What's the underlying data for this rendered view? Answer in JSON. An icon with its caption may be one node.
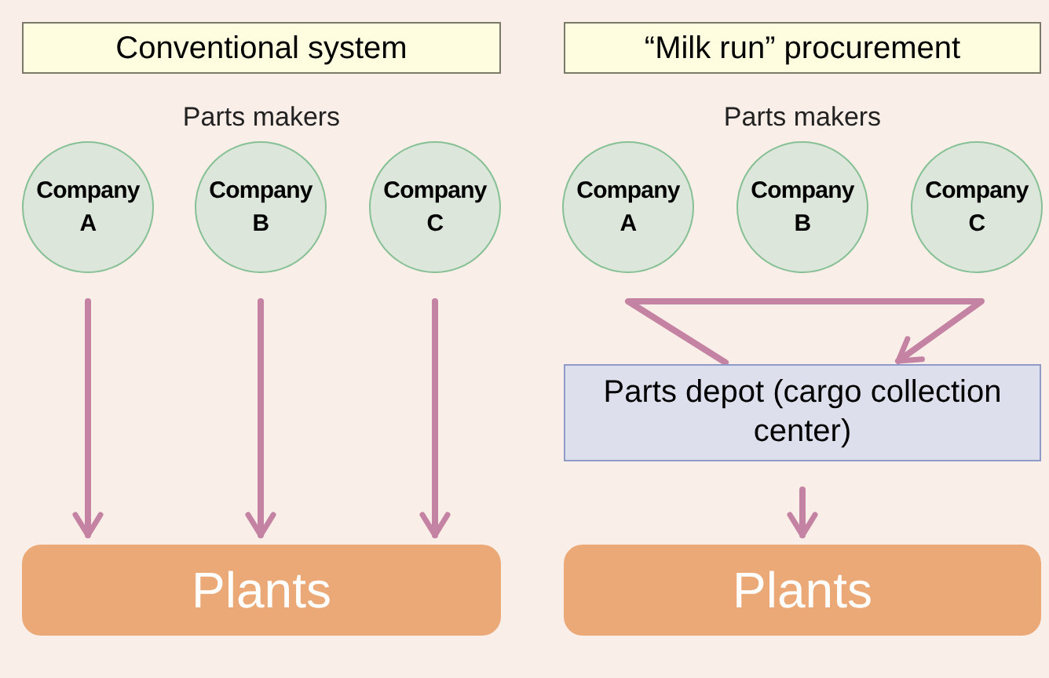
{
  "diagram": {
    "nodes": [
      {
        "text": [
          "Conventional system"
        ]
      },
      {
        "text": [
          "“Milk run” procurement"
        ]
      },
      {
        "text": [
          "Company A"
        ]
      },
      {
        "text": [
          "Company B"
        ]
      },
      {
        "text": [
          "Company C"
        ]
      },
      {
        "text": [
          "Plants"
        ]
      },
      {
        "text": [
          "Company A"
        ]
      },
      {
        "text": [
          "Company B"
        ]
      },
      {
        "text": [
          "Company C"
        ]
      },
      {
        "text": [
          "Parts depot (cargo collection center)"
        ]
      },
      {
        "text": [
          "Plants"
        ]
      }
    ],
    "edges": [
      {
        "from": 2,
        "to": 5,
        "arrow": "to"
      },
      {
        "from": 3,
        "to": 5,
        "arrow": "to"
      },
      {
        "from": 4,
        "to": 5,
        "arrow": "to"
      },
      {
        "from": 9,
        "to": 9,
        "arrow": "to"
      },
      {
        "from": 9,
        "to": 10,
        "arrow": "to"
      }
    ],
    "labels": [
      "Parts makers",
      "Parts makers"
    ]
  }
}
